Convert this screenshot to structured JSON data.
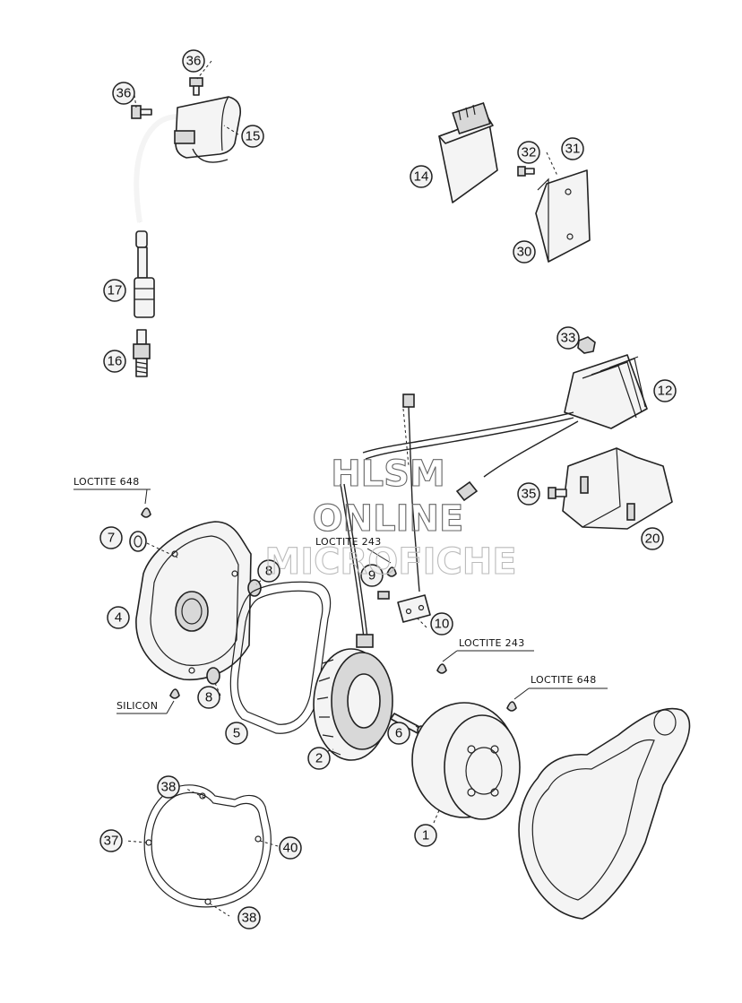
{
  "callouts": [
    {
      "id": "c36a",
      "label": "36"
    },
    {
      "id": "c36b",
      "label": "36"
    },
    {
      "id": "c15",
      "label": "15"
    },
    {
      "id": "c17",
      "label": "17"
    },
    {
      "id": "c16",
      "label": "16"
    },
    {
      "id": "c14",
      "label": "14"
    },
    {
      "id": "c32",
      "label": "32"
    },
    {
      "id": "c31",
      "label": "31"
    },
    {
      "id": "c30",
      "label": "30"
    },
    {
      "id": "c33",
      "label": "33"
    },
    {
      "id": "c12",
      "label": "12"
    },
    {
      "id": "c35",
      "label": "35"
    },
    {
      "id": "c20",
      "label": "20"
    },
    {
      "id": "c7",
      "label": "7"
    },
    {
      "id": "c8a",
      "label": "8"
    },
    {
      "id": "c4",
      "label": "4"
    },
    {
      "id": "c8b",
      "label": "8"
    },
    {
      "id": "c5",
      "label": "5"
    },
    {
      "id": "c9",
      "label": "9"
    },
    {
      "id": "c10",
      "label": "10"
    },
    {
      "id": "c6",
      "label": "6"
    },
    {
      "id": "c2",
      "label": "2"
    },
    {
      "id": "c1",
      "label": "1"
    },
    {
      "id": "c38a",
      "label": "38"
    },
    {
      "id": "c37",
      "label": "37"
    },
    {
      "id": "c40",
      "label": "40"
    },
    {
      "id": "c38b",
      "label": "38"
    }
  ],
  "notes": {
    "loctite_648_left": "LOCTITE 648",
    "loctite_243_center": "LOCTITE 243",
    "loctite_243_right": "LOCTITE 243",
    "loctite_648_right": "LOCTITE 648",
    "silicon": "SILICON"
  },
  "watermark": {
    "line1": "HLSM",
    "line2": "ONLINE",
    "line3": "MICROFICHE"
  }
}
